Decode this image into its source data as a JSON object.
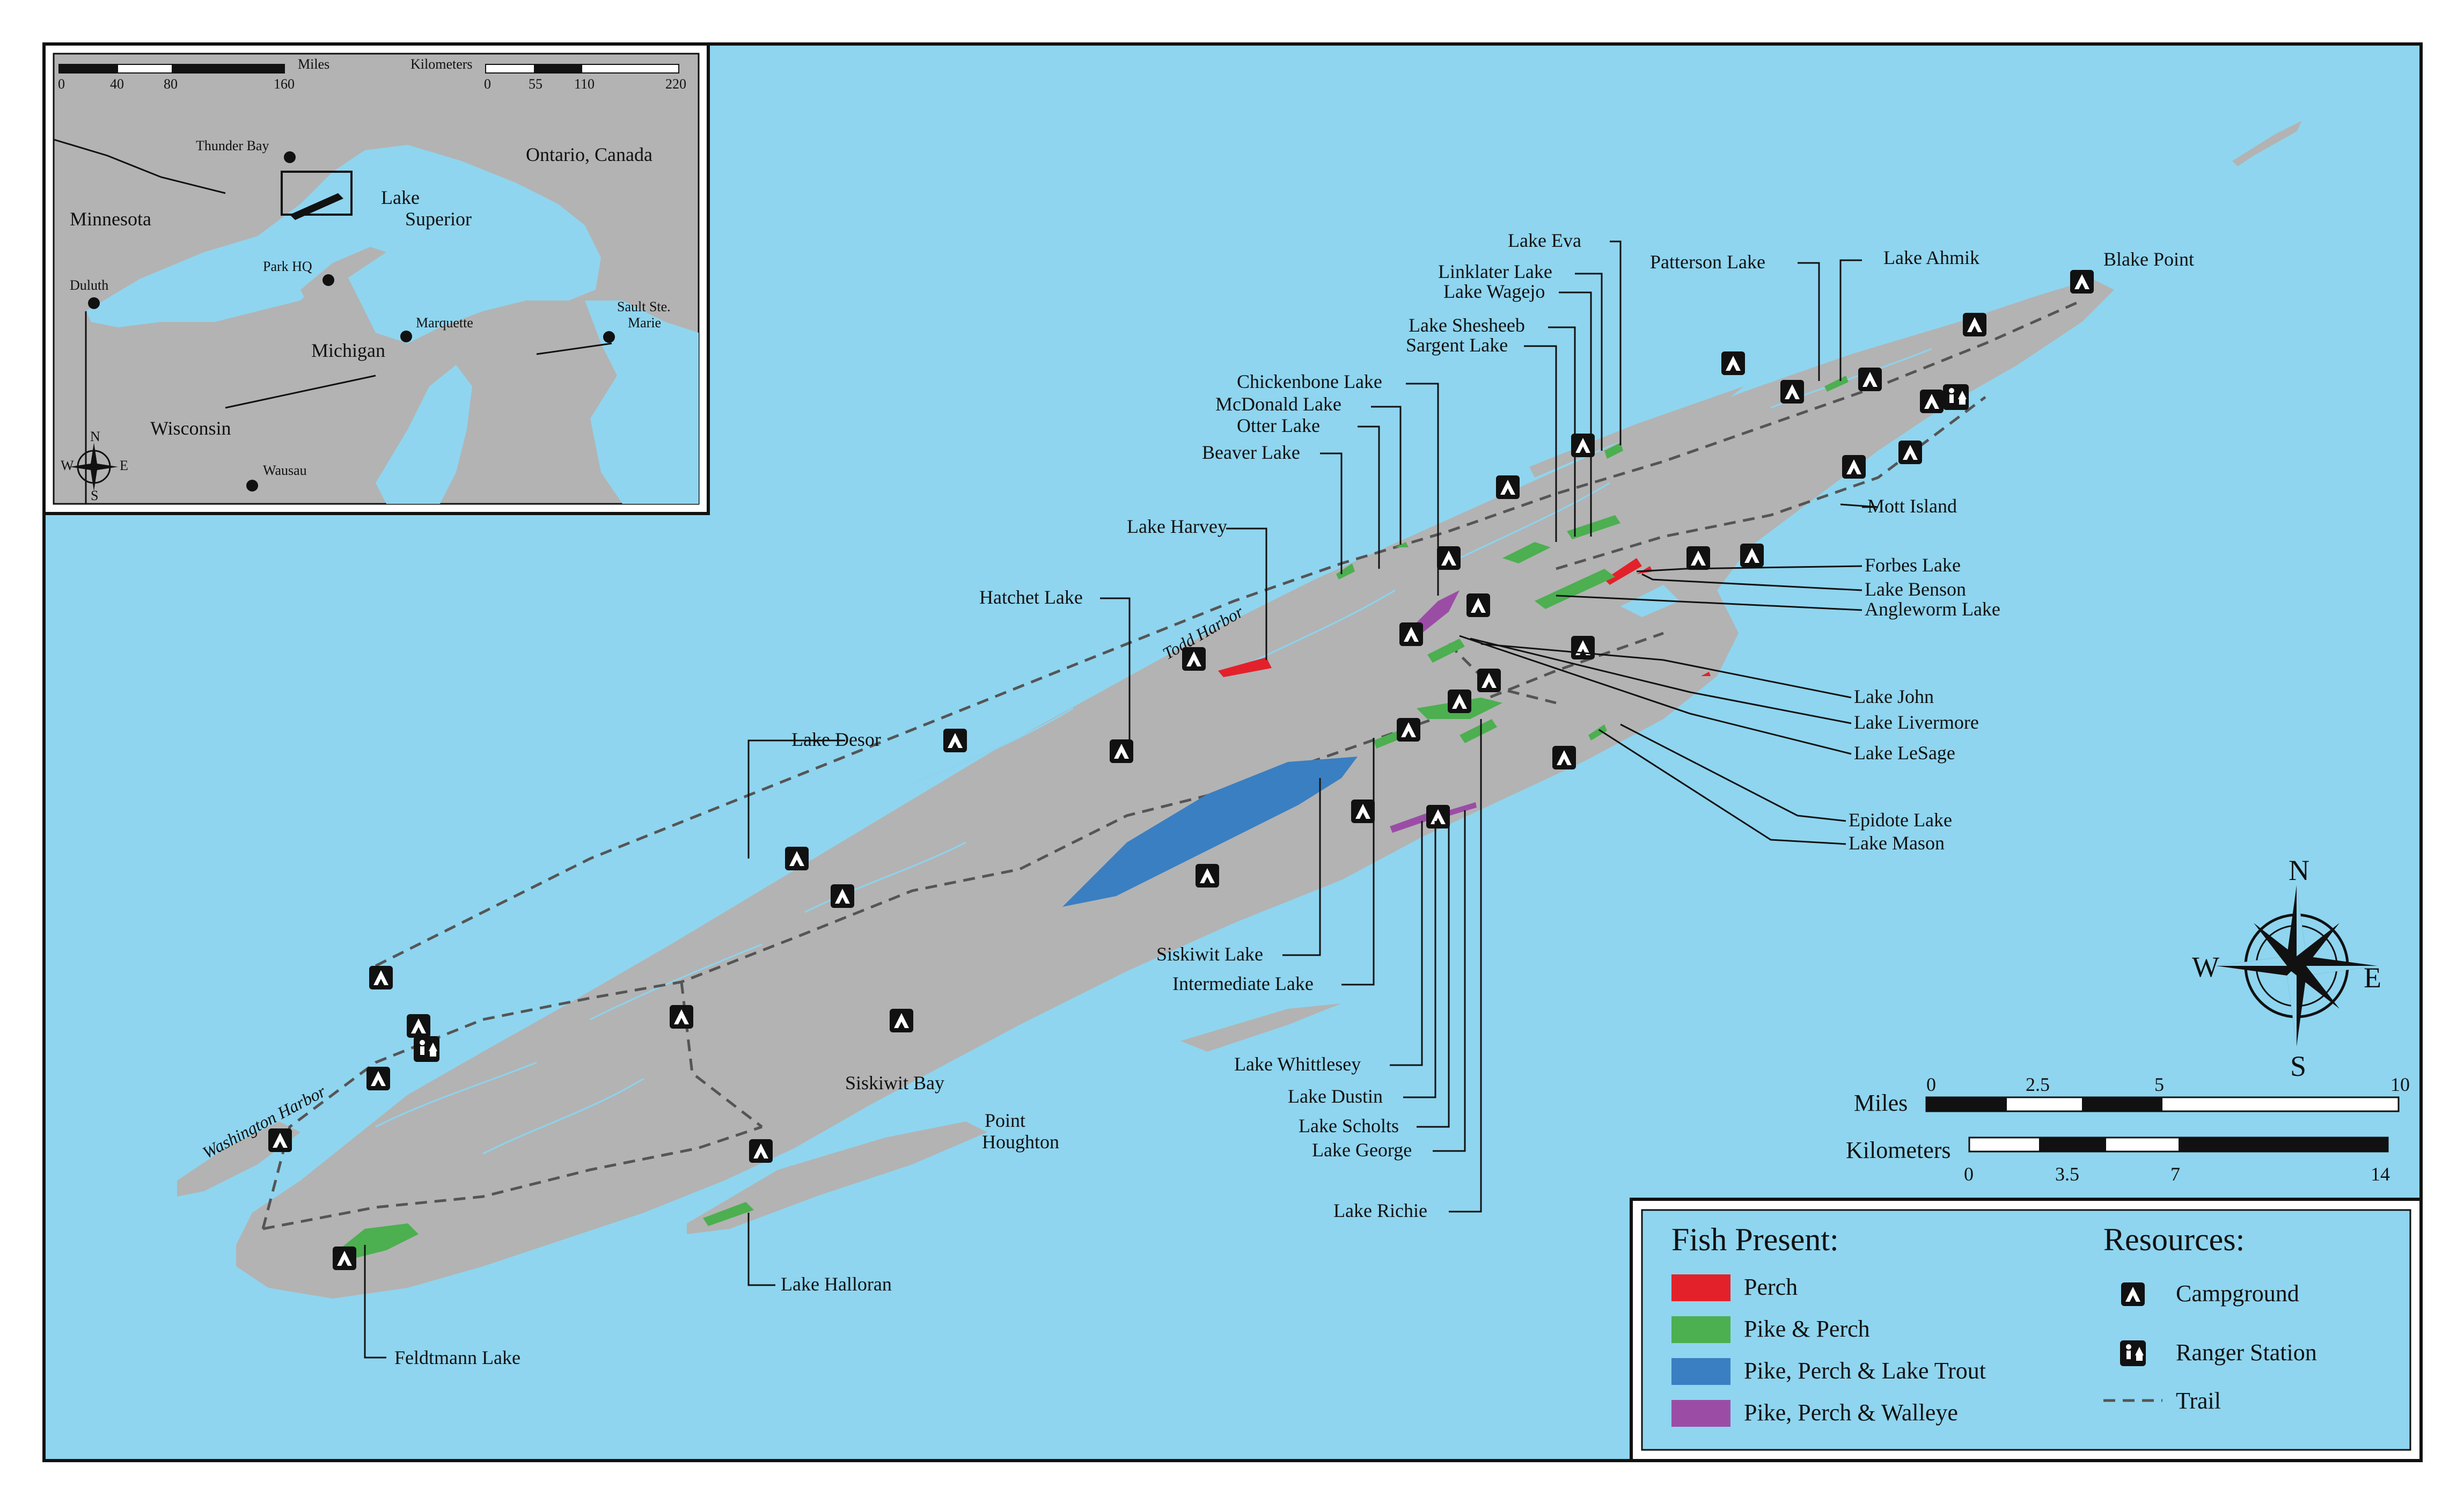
{
  "colors": {
    "water": "#8fd5ef",
    "land": "#b3b3b3",
    "perch": "#e3212b",
    "pike_perch": "#4caf50",
    "pike_perch_lake_trout": "#3a7fc1",
    "pike_perch_walleye": "#9b4da6",
    "trail": "#555555"
  },
  "inset": {
    "miles_label": "Miles",
    "miles_ticks": [
      "0",
      "40",
      "80",
      "160"
    ],
    "km_label": "Kilometers",
    "km_ticks": [
      "0",
      "55",
      "110",
      "220"
    ],
    "places": {
      "thunder_bay": "Thunder Bay",
      "ontario": "Ontario, Canada",
      "minnesota": "Minnesota",
      "lake_superior_1": "Lake",
      "lake_superior_2": "Superior",
      "park_hq": "Park HQ",
      "duluth": "Duluth",
      "sault_1": "Sault Ste.",
      "sault_2": "Marie",
      "marquette": "Marquette",
      "michigan": "Michigan",
      "wisconsin": "Wisconsin",
      "wausau": "Wausau"
    },
    "compass": {
      "n": "N",
      "e": "E",
      "s": "S",
      "w": "W"
    }
  },
  "lakes": {
    "lake_eva": "Lake Eva",
    "patterson_lake": "Patterson Lake",
    "lake_ahmik": "Lake Ahmik",
    "blake_point": "Blake Point",
    "linklater_lake": "Linklater Lake",
    "lake_wagejo": "Lake Wagejo",
    "lake_shesheeb": "Lake Shesheeb",
    "sargent_lake": "Sargent Lake",
    "chickenbone_lake": "Chickenbone Lake",
    "mcdonald_lake": "McDonald Lake",
    "otter_lake": "Otter Lake",
    "beaver_lake": "Beaver Lake",
    "lake_harvey": "Lake Harvey",
    "mott_island": "Mott Island",
    "forbes_lake": "Forbes Lake",
    "lake_benson": "Lake Benson",
    "angleworm_lake": "Angleworm Lake",
    "hatchet_lake": "Hatchet Lake",
    "todd_harbor": "Todd Harbor",
    "lake_john": "Lake John",
    "lake_livermore": "Lake Livermore",
    "lake_lesage": "Lake LeSage",
    "lake_desor": "Lake Desor",
    "epidote_lake": "Epidote Lake",
    "lake_mason": "Lake Mason",
    "siskiwit_lake": "Siskiwit Lake",
    "intermediate_lake": "Intermediate Lake",
    "lake_whittlesey": "Lake Whittlesey",
    "lake_dustin": "Lake Dustin",
    "lake_scholts": "Lake Scholts",
    "lake_george": "Lake George",
    "lake_richie": "Lake Richie",
    "siskiwit_bay": "Siskiwit Bay",
    "point_houghton_1": "Point",
    "point_houghton_2": "Houghton",
    "washington_harbor": "Washington Harbor",
    "lake_halloran": "Lake Halloran",
    "feldtmann_lake": "Feldtmann Lake"
  },
  "compass": {
    "n": "N",
    "e": "E",
    "s": "S",
    "w": "W"
  },
  "scale": {
    "miles_label": "Miles",
    "miles_ticks": [
      "0",
      "2.5",
      "5",
      "10"
    ],
    "km_label": "Kilometers",
    "km_ticks": [
      "0",
      "3.5",
      "7",
      "14"
    ]
  },
  "legend": {
    "fish_title": "Fish Present:",
    "fish": [
      {
        "label": "Perch",
        "color": "#e3212b"
      },
      {
        "label": "Pike & Perch",
        "color": "#4caf50"
      },
      {
        "label": "Pike, Perch & Lake Trout",
        "color": "#3a7fc1"
      },
      {
        "label": "Pike, Perch & Walleye",
        "color": "#9b4da6"
      }
    ],
    "resources_title": "Resources:",
    "resources": {
      "campground": "Campground",
      "ranger_station": "Ranger Station",
      "trail": "Trail"
    }
  }
}
